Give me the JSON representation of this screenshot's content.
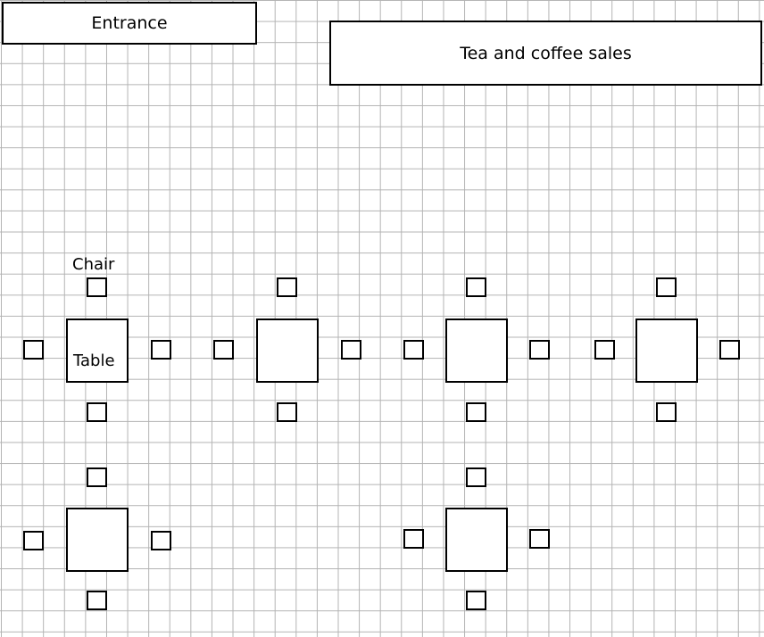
{
  "labels": {
    "entrance": "Entrance",
    "sales": "Tea and coffee sales",
    "chair": "Chair",
    "table": "Table"
  },
  "tables": [
    {
      "id": 1,
      "chairs": 4
    },
    {
      "id": 2,
      "chairs": 4
    },
    {
      "id": 3,
      "chairs": 4
    },
    {
      "id": 4,
      "chairs": 4
    },
    {
      "id": 5,
      "chairs": 4
    },
    {
      "id": 6,
      "chairs": 4
    }
  ],
  "colors": {
    "grid": "#b3b3b3",
    "outline": "#000000",
    "fill": "#ffffff"
  }
}
